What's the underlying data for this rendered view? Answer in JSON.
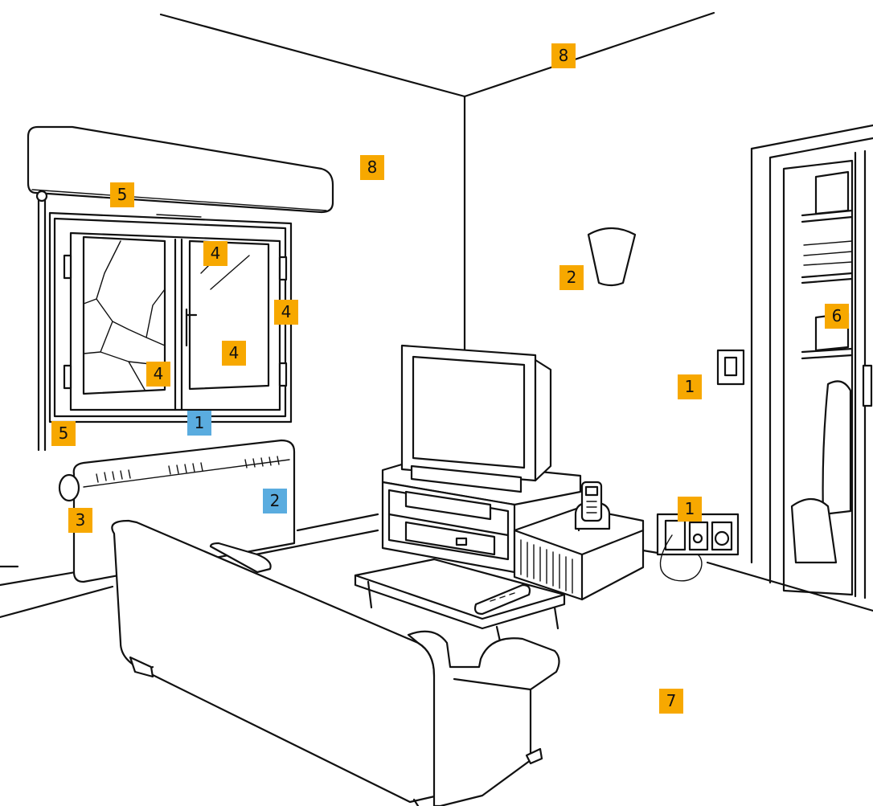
{
  "colors": {
    "orange": "#f7a800",
    "blue": "#5aacdf",
    "line": "#111111",
    "background": "#ffffff"
  },
  "labels": [
    {
      "text": "8",
      "color": "orange"
    },
    {
      "text": "8",
      "color": "orange"
    },
    {
      "text": "5",
      "color": "orange"
    },
    {
      "text": "5",
      "color": "orange"
    },
    {
      "text": "4",
      "color": "orange"
    },
    {
      "text": "4",
      "color": "orange"
    },
    {
      "text": "4",
      "color": "orange"
    },
    {
      "text": "4",
      "color": "orange"
    },
    {
      "text": "1",
      "color": "blue"
    },
    {
      "text": "2",
      "color": "orange"
    },
    {
      "text": "2",
      "color": "blue"
    },
    {
      "text": "3",
      "color": "orange"
    },
    {
      "text": "6",
      "color": "orange"
    },
    {
      "text": "1",
      "color": "orange"
    },
    {
      "text": "1",
      "color": "orange"
    },
    {
      "text": "7",
      "color": "orange"
    }
  ]
}
